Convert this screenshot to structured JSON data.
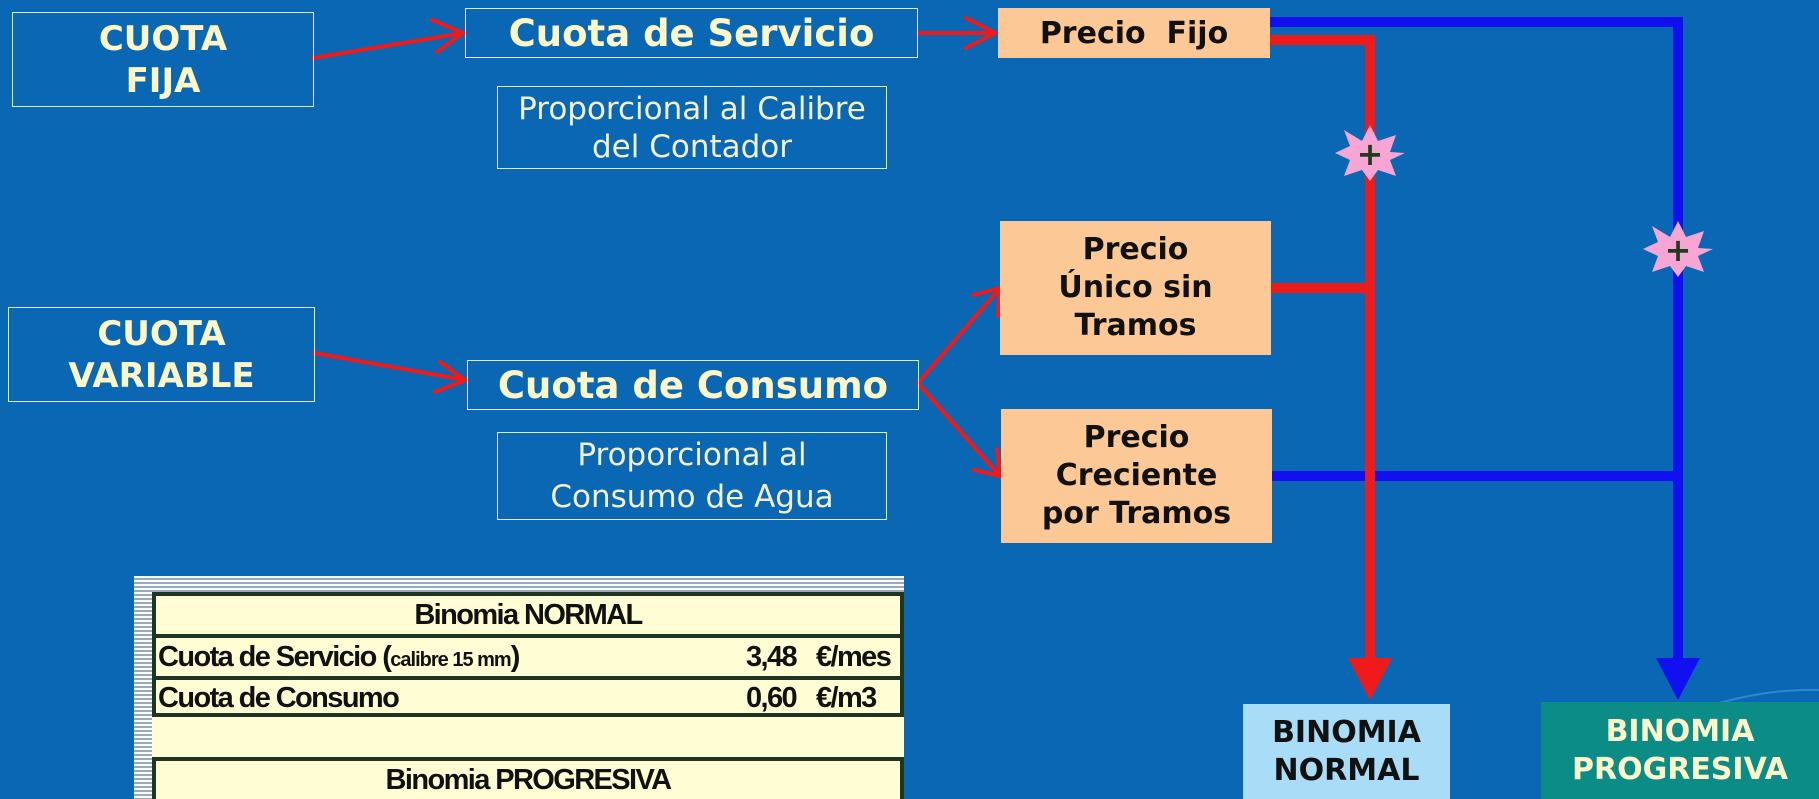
{
  "left_boxes": {
    "fixed": [
      "CUOTA",
      "FIJA"
    ],
    "variable": [
      "CUOTA",
      "VARIABLE"
    ]
  },
  "middle_boxes": {
    "service": "Cuota de Servicio",
    "service_note": [
      "Proporcional al Calibre",
      "del Contador"
    ],
    "consumption": "Cuota de Consumo",
    "consumption_note": [
      "Proporcional al",
      "Consumo de Agua"
    ]
  },
  "price_boxes": {
    "fixed_price": "Precio  Fijo",
    "single_price": [
      "Precio",
      "Único sin",
      "Tramos"
    ],
    "increasing_price": [
      "Precio",
      "Creciente",
      "por Tramos"
    ]
  },
  "plus_sign": "+",
  "result_boxes": {
    "normal": [
      "BINOMIA",
      "NORMAL"
    ],
    "progressive": [
      "BINOMIA",
      "PROGRESIVA"
    ]
  },
  "table": {
    "normal_title": "Binomia NORMAL",
    "rows": [
      {
        "label": "Cuota de Servicio (",
        "label_small": "calibre 15 mm",
        "label_end": ")",
        "value": "3,48",
        "unit": "€/mes"
      },
      {
        "label": "Cuota de Consumo",
        "label_small": "",
        "label_end": "",
        "value": "0,60",
        "unit": "€/m3"
      }
    ],
    "progressive_title": "Binomia PROGRESIVA"
  },
  "colors": {
    "background": "#0a67b3",
    "red_line": "#ef1a1a",
    "blue_line": "#1010f0",
    "price_box": "#fcc996",
    "normal_result": "#a9dcf7",
    "progressive_result": "#0b8c87",
    "plus_badge": "#f7a5d3"
  }
}
